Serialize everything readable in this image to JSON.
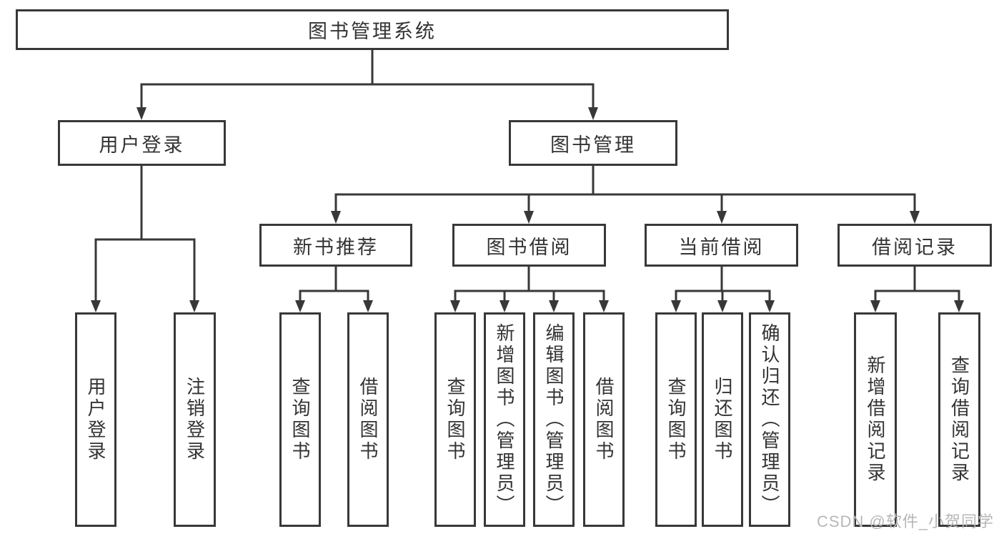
{
  "tree": {
    "root": {
      "label": "图书管理系统"
    },
    "user_login": {
      "label": "用户登录",
      "children": [
        {
          "label": "用户登录"
        },
        {
          "label": "注销登录"
        }
      ]
    },
    "book_mgmt": {
      "label": "图书管理"
    },
    "new_books": {
      "label": "新书推荐",
      "children": [
        {
          "label": "查询图书"
        },
        {
          "label": "借阅图书"
        }
      ]
    },
    "book_borrow": {
      "label": "图书借阅",
      "children": [
        {
          "label": "查询图书"
        },
        {
          "label": "新增图书（管理员）"
        },
        {
          "label": "编辑图书（管理员）"
        },
        {
          "label": "借阅图书"
        }
      ]
    },
    "current_borrow": {
      "label": "当前借阅",
      "children": [
        {
          "label": "查询图书"
        },
        {
          "label": "归还图书"
        },
        {
          "label": "确认归还（管理员）"
        }
      ]
    },
    "borrow_records": {
      "label": "借阅记录",
      "children": [
        {
          "label": "新增借阅记录"
        },
        {
          "label": "查询借阅记录"
        }
      ]
    }
  },
  "watermark": {
    "text": "CSDN @软件_小贺同学"
  },
  "colors": {
    "line": "#383838",
    "text": "#333333",
    "watermark": "#b7b7b7",
    "background": "#ffffff"
  }
}
